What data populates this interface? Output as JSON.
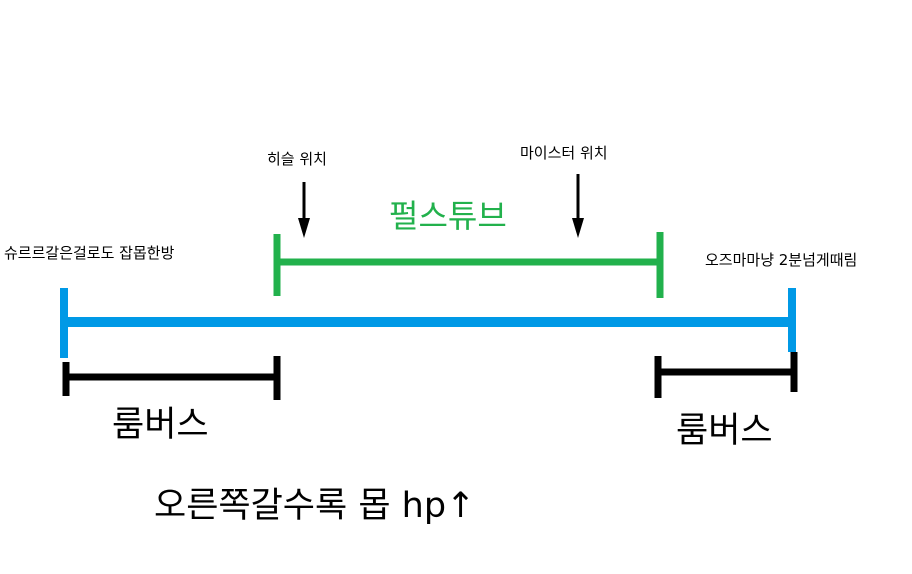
{
  "labels": {
    "left_end": "슈르르갈은걸로도 잡몹한방",
    "right_end": "오즈마마냥 2분넘게때림",
    "hisul": "히슬 위치",
    "master": "마이스터 위치",
    "green_range": "펄스튜브",
    "roombus_left": "룸버스",
    "roombus_right": "룸버스",
    "footer": "오른쪽갈수록 몹 hp↑"
  },
  "colors": {
    "main_line": "#0099e6",
    "pulse_tube": "#22b14c",
    "roombus": "#000000",
    "text": "#000000"
  }
}
